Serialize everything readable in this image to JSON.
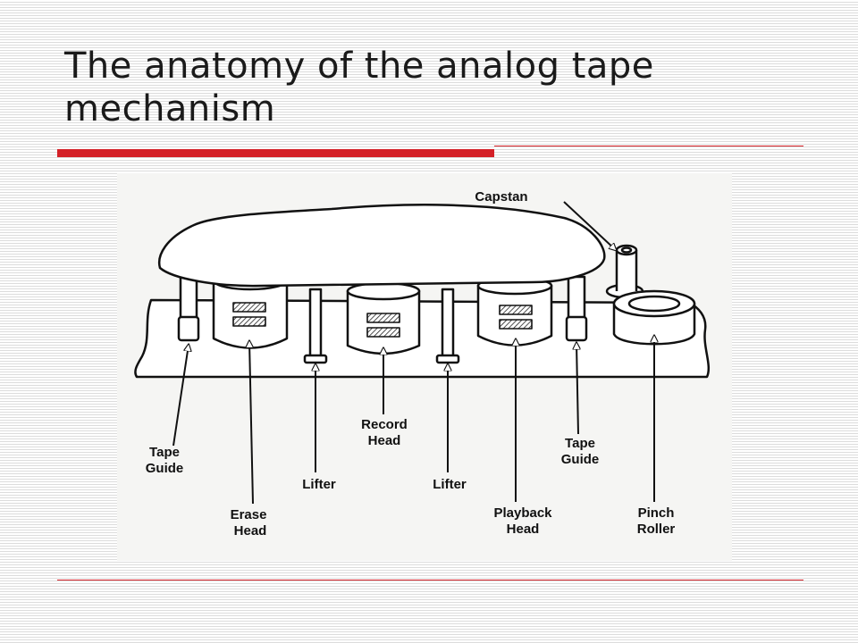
{
  "slide": {
    "title": "The anatomy of the analog tape mechanism"
  },
  "colors": {
    "accent": "#d42027",
    "ink": "#111111"
  },
  "diagram": {
    "labels": {
      "capstan": "Capstan",
      "tape_guide_left_1": "Tape",
      "tape_guide_left_2": "Guide",
      "erase_head_1": "Erase",
      "erase_head_2": "Head",
      "lifter_left": "Lifter",
      "record_head_1": "Record",
      "record_head_2": "Head",
      "lifter_right": "Lifter",
      "playback_head_1": "Playback",
      "playback_head_2": "Head",
      "tape_guide_right_1": "Tape",
      "tape_guide_right_2": "Guide",
      "pinch_roller_1": "Pinch",
      "pinch_roller_2": "Roller"
    }
  }
}
